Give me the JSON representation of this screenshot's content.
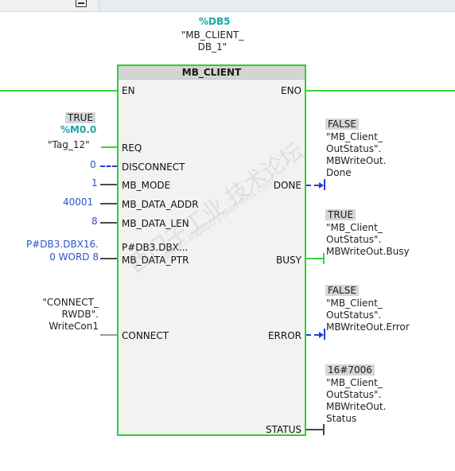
{
  "instance": {
    "db_address": "%DB5",
    "db_name_lines": [
      "\"MB_CLIENT_",
      "DB_1\""
    ]
  },
  "block": {
    "title": "MB_CLIENT",
    "inputs": [
      "EN",
      "REQ",
      "DISCONNECT",
      "MB_MODE",
      "MB_DATA_ADDR",
      "MB_DATA_LEN",
      "MB_DATA_PTR",
      "CONNECT"
    ],
    "outputs": [
      "ENO",
      "DONE",
      "BUSY",
      "ERROR",
      "STATUS"
    ],
    "mb_data_ptr_value": "P#DB3.DBX..."
  },
  "input_params": {
    "req_value": "TRUE",
    "req_address": "%M0.0",
    "req_tag": "\"Tag_12\"",
    "disconnect": "0",
    "mb_mode": "1",
    "mb_data_addr": "40001",
    "mb_data_len": "8",
    "mb_data_ptr_lines": [
      "P#DB3.DBX16.",
      "0 WORD 8"
    ],
    "connect_lines": [
      "\"CONNECT_",
      "RWDB\".",
      "WriteCon1"
    ]
  },
  "output_params": {
    "done_value": "FALSE",
    "done_lines": [
      "\"MB_Client_",
      "OutStatus\".",
      "MBWriteOut.",
      "Done"
    ],
    "busy_value": "TRUE",
    "busy_lines": [
      "\"MB_Client_",
      "OutStatus\".",
      "MBWriteOut.Busy"
    ],
    "error_value": "FALSE",
    "error_lines": [
      "\"MB_Client_",
      "OutStatus\".",
      "MBWriteOut.Error"
    ],
    "status_value": "16#7006",
    "status_lines": [
      "\"MB_Client_",
      "OutStatus\".",
      "MBWriteOut.",
      "Status"
    ]
  },
  "watermark": {
    "text_cn": "西门子工业 技术论坛",
    "text_url": "support.industry.siemens.com"
  },
  "colors": {
    "power_flow": "#3bd23b",
    "constant_text": "#2a55c9",
    "address_text": "#1aa6a6",
    "wire_dashed": "#1e3fd6"
  }
}
